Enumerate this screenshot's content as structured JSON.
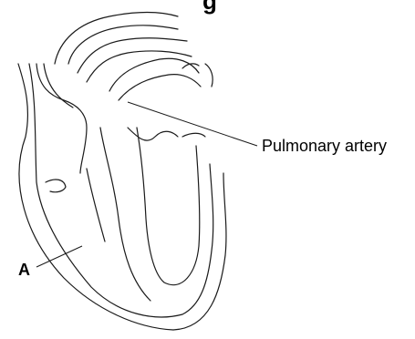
{
  "figure": {
    "title_fragment": "g",
    "labels": {
      "pulmonary_artery": "Pulmonary artery",
      "chamber_a": "A"
    }
  },
  "colors": {
    "line": "#1a1a1a",
    "background": "#ffffff"
  }
}
